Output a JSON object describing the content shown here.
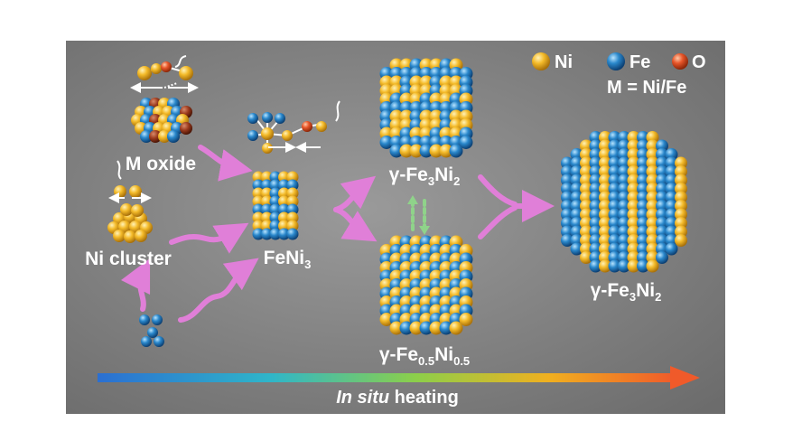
{
  "legend": {
    "ni": "Ni",
    "fe": "Fe",
    "o": "O",
    "m_def": "M = Ni/Fe"
  },
  "labels": {
    "m_oxide": "M oxide",
    "ni_cluster": "Ni cluster",
    "feni3_main": "FeNi",
    "feni3_sub": "3",
    "fe3ni2_top_pre": "γ-Fe",
    "fe3ni2_top_sub1": "3",
    "fe3ni2_top_mid": "Ni",
    "fe3ni2_top_sub2": "2",
    "fe05_pre": "γ-Fe",
    "fe05_sub1": "0.5",
    "fe05_mid": "Ni",
    "fe05_sub2": "0.5",
    "fe3ni2_final_pre": "γ-Fe",
    "fe3ni2_final_sub1": "3",
    "fe3ni2_final_mid": "Ni",
    "fe3ni2_final_sub2": "2"
  },
  "process": {
    "emph": "In situ",
    "rest": " heating"
  },
  "colors": {
    "background": "#828282",
    "ni": "#f2b724",
    "fe": "#2a86c9",
    "o": "#e8562a",
    "arrow": "#e07fd8",
    "swap_arrow": "#8fd38a",
    "bar_start": "#2b6fd1",
    "bar_end": "#f05a2a"
  }
}
